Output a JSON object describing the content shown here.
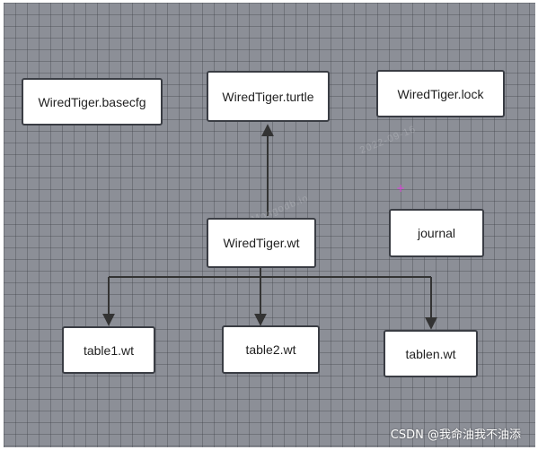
{
  "nodes": {
    "basecfg": "WiredTiger.basecfg",
    "turtle": "WiredTiger.turtle",
    "lock": "WiredTiger.lock",
    "wt": "WiredTiger.wt",
    "journal": "journal",
    "table1": "table1.wt",
    "table2": "table2.wt",
    "tablen": "tablen.wt"
  },
  "watermark": {
    "text1": "2021Mongodb.io",
    "text2": "2022-09-16"
  },
  "credit": "CSDN @我命油我不油添",
  "colors": {
    "canvas": "#8c8f97",
    "node_fill": "#ffffff",
    "edge": "#333333"
  }
}
